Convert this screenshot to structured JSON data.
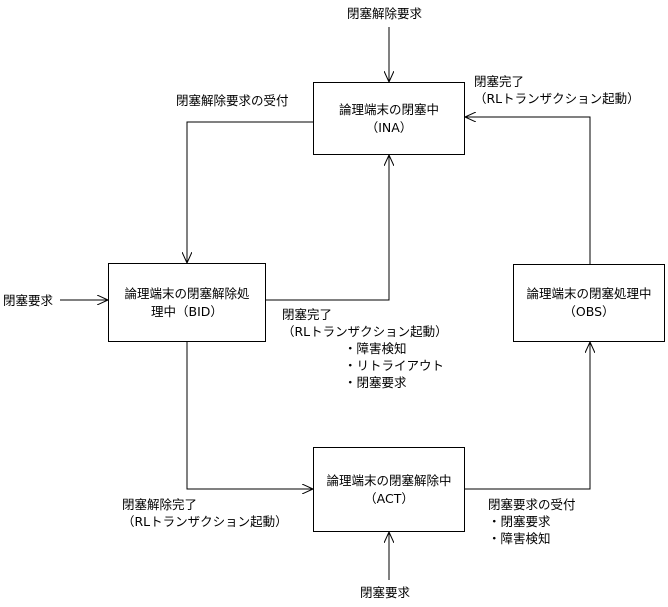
{
  "states": {
    "ina": {
      "line1": "論理端末の閉塞中",
      "line2": "（INA）"
    },
    "bid": {
      "line1": "論理端末の閉塞解除処",
      "line2": "理中（BID）"
    },
    "obs": {
      "line1": "論理端末の閉塞処理中",
      "line2": "（OBS）"
    },
    "act": {
      "line1": "論理端末の閉塞解除中",
      "line2": "（ACT）"
    }
  },
  "labels": {
    "top_input": "閉塞解除要求",
    "ina_to_bid": "閉塞解除要求の受付",
    "obs_to_ina_1": "閉塞完了",
    "obs_to_ina_2": "（RLトランザクション起動）",
    "left_input": "閉塞要求",
    "bid_to_ina_1": "閉塞完了",
    "bid_to_ina_2": "（RLトランザクション起動）",
    "bid_to_ina_3": "・障害検知",
    "bid_to_ina_4": "・リトライアウト",
    "bid_to_ina_5": "・閉塞要求",
    "bid_to_act_1": "閉塞解除完了",
    "bid_to_act_2": "（RLトランザクション起動）",
    "act_to_obs_1": "閉塞要求の受付",
    "act_to_obs_2": "・閉塞要求",
    "act_to_obs_3": "・障害検知",
    "bottom_input": "閉塞要求"
  }
}
